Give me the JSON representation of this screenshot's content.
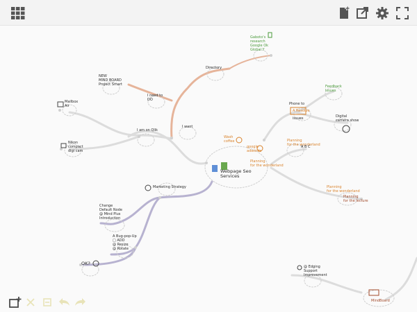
{
  "toolbar": {
    "menu_icon": "grid-menu-icon",
    "new_icon": "new-document-icon",
    "export_icon": "export-icon",
    "settings_icon": "gear-icon",
    "fullscreen_icon": "fullscreen-icon",
    "icon_color": "#555555"
  },
  "bottom_toolbar": {
    "add_icon": "add-node-icon",
    "delete_icon": "delete-icon",
    "collapse_icon": "collapse-icon",
    "undo_icon": "undo-icon",
    "redo_icon": "redo-icon",
    "active_color": "#4a4a4a",
    "disabled_color": "#e8e3b8"
  },
  "nodes": {
    "root_title": "Webpage Seo\nServices",
    "google_coffee": "Wash\ncoffee",
    "google_adwords": "google\nadwords",
    "planning": "Planning\nfor the wonderland",
    "directory": "Directory",
    "green_link": "Gaboto's\nresearch\nGoogle     Ok\nGlobal Y",
    "new_mind": "NEW\nMIND BOARD\nProject Smart",
    "i_need": "I need to\nDO",
    "i_want": "I want",
    "i_am_on": "I am on Qlik",
    "mailbox": "Mailbox\nAir",
    "nikon": "Nikon\ncompact\ndigi cam",
    "seo_feedback": "Feedback\nIssues",
    "phone": "Phone to",
    "a_resolve": "A Resolve",
    "issues": "issues",
    "digital_camera": "Digital\ncamera show",
    "planning_2": "Planning\nfor the wonderland",
    "abc": "A B C",
    "planning_3": "Planning\nfor the wonderland",
    "planning_4": "Planning\nfor the lecture",
    "smile_node": "Marketing Strategy",
    "change_default": "Change\nDefault Node\n@ Mind Plus\nIntroduction",
    "a_bug": "A Bug-pop-Up\n□ ADD\n@ Resize\n@ Rotate",
    "ok": "OK?",
    "edging": "@ Edging\nSupport\nImprovement",
    "mind_board": "MindBoard"
  },
  "colors": {
    "link_gray": "#d9d9d9",
    "link_orange": "#e6b49a",
    "link_purple": "#b7b2d0",
    "node_dash": "#c8c8c8",
    "green": "#4a9a3a",
    "orange": "#d9822b",
    "brown": "#a24a2a"
  }
}
